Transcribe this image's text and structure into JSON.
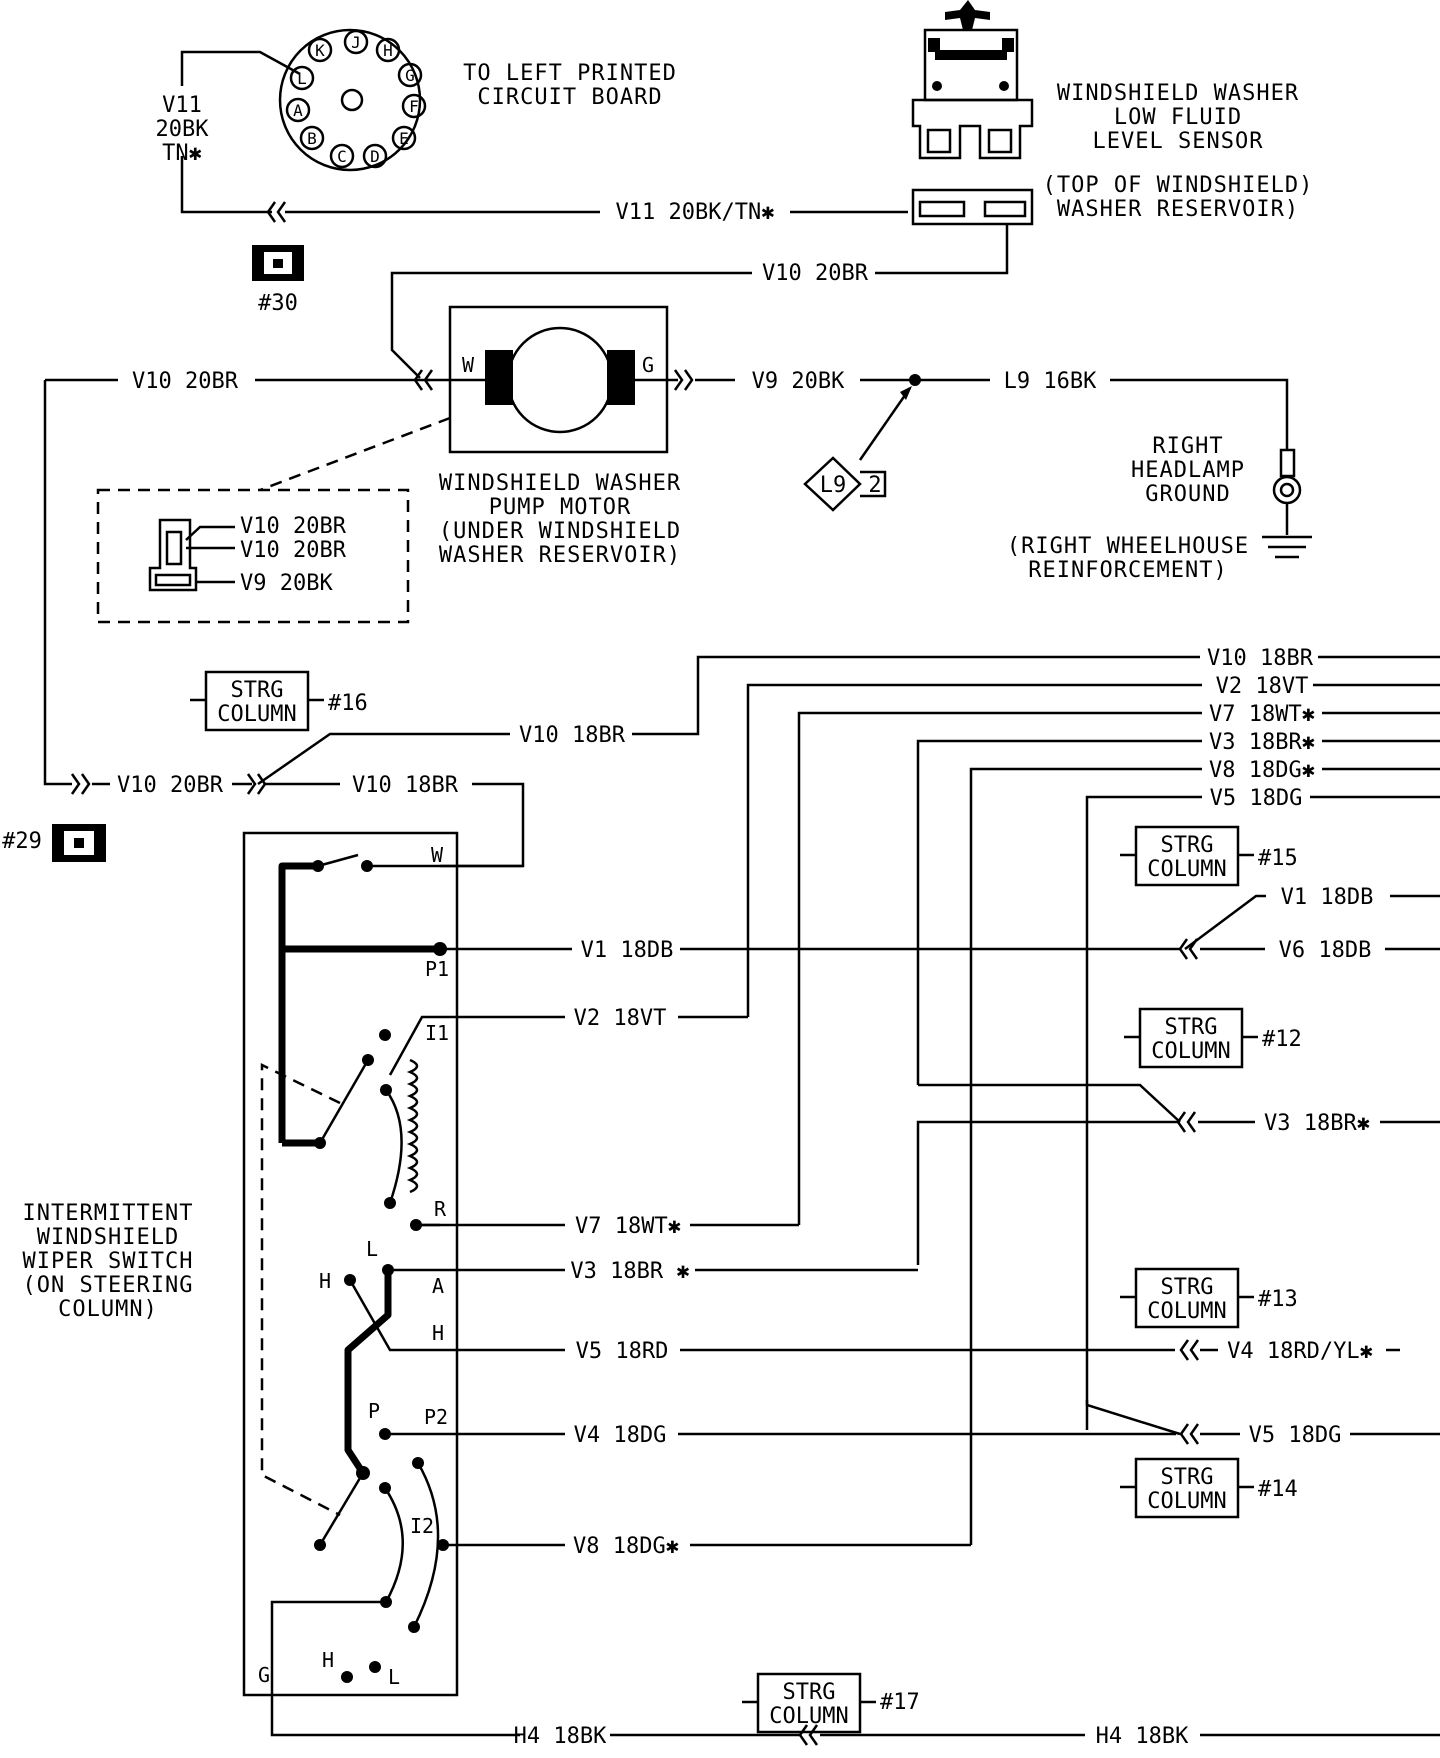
{
  "connector_pins": [
    "K",
    "J",
    "H",
    "L",
    "G",
    "A",
    "F",
    "B",
    "E",
    "C",
    "D"
  ],
  "left_pcb_connector": {
    "label_lines": [
      "TO LEFT PRINTED",
      "CIRCUIT BOARD"
    ]
  },
  "sensor": {
    "label_lines": [
      "WINDSHIELD WASHER",
      "LOW FLUID",
      "LEVEL SENSOR"
    ],
    "location_lines": [
      "(TOP OF WINDSHIELD)",
      "WASHER RESERVOIR)"
    ]
  },
  "pump": {
    "label_lines": [
      "WINDSHIELD WASHER",
      "PUMP MOTOR",
      "(UNDER WINDSHIELD",
      "WASHER RESERVOIR)"
    ],
    "pin_w": "W",
    "pin_g": "G"
  },
  "inset_wires": [
    "V10 20BR",
    "V10 20BR",
    "V9 20BK"
  ],
  "ground": {
    "label_lines": [
      "RIGHT",
      "HEADLAMP",
      "GROUND"
    ],
    "location_lines": [
      "(RIGHT WHEELHOUSE",
      "REINFORCEMENT)"
    ]
  },
  "splice": {
    "name": "L9",
    "num": "2"
  },
  "connectors": {
    "c30": "#30",
    "c29": "#29"
  },
  "strg": {
    "line1": "STRG",
    "line2": "COLUMN",
    "n16": "#16",
    "n15": "#15",
    "n12": "#12",
    "n13": "#13",
    "n14": "#14",
    "n17": "#17"
  },
  "switch": {
    "label_lines": [
      "INTERMITTENT",
      "WINDSHIELD",
      "WIPER SWITCH",
      "(ON STEERING",
      "COLUMN)"
    ],
    "pins": {
      "w": "W",
      "p1": "P1",
      "i1": "I1",
      "r": "R",
      "a": "A",
      "h": "H",
      "p2": "P2",
      "i2": "I2",
      "g": "G"
    },
    "contacts": {
      "h_top": "H",
      "l_top": "L",
      "p": "P",
      "h_bot": "H",
      "l_bot": "L"
    }
  },
  "wires": {
    "v11_vertical": [
      "V11",
      "20BK",
      "TN✱"
    ],
    "v11": "V11 20BK/TN✱",
    "v10_top": "V10 20BR",
    "v10_left": "V10 20BR",
    "v9": "V9 20BK",
    "l9": "L9 16BK",
    "v10_18br_a": "V10 18BR",
    "v10_20br_low": "V10 20BR",
    "v10_18br_b": "V10 18BR",
    "r_v10": "V10 18BR",
    "r_v2": "V2 18VT",
    "r_v7": "V7 18WT✱",
    "r_v3": "V3 18BR✱",
    "r_v8": "V8 18DG✱",
    "r_v5": "V5 18DG",
    "v1_in": "V1 18DB",
    "v6": "V6 18DB",
    "v1": "V1 18DB",
    "v2": "V2 18VT",
    "v3_right": "V3 18BR✱",
    "v7": "V7 18WT✱",
    "v3": "V3 18BR ✱",
    "v5": "V5 18RD",
    "v4_right": "V4 18RD/YL✱",
    "v4": "V4 18DG",
    "v5_right": "V5 18DG",
    "v8": "V8 18DG✱",
    "h4_left": "H4 18BK",
    "h4_right": "H4 18BK"
  }
}
